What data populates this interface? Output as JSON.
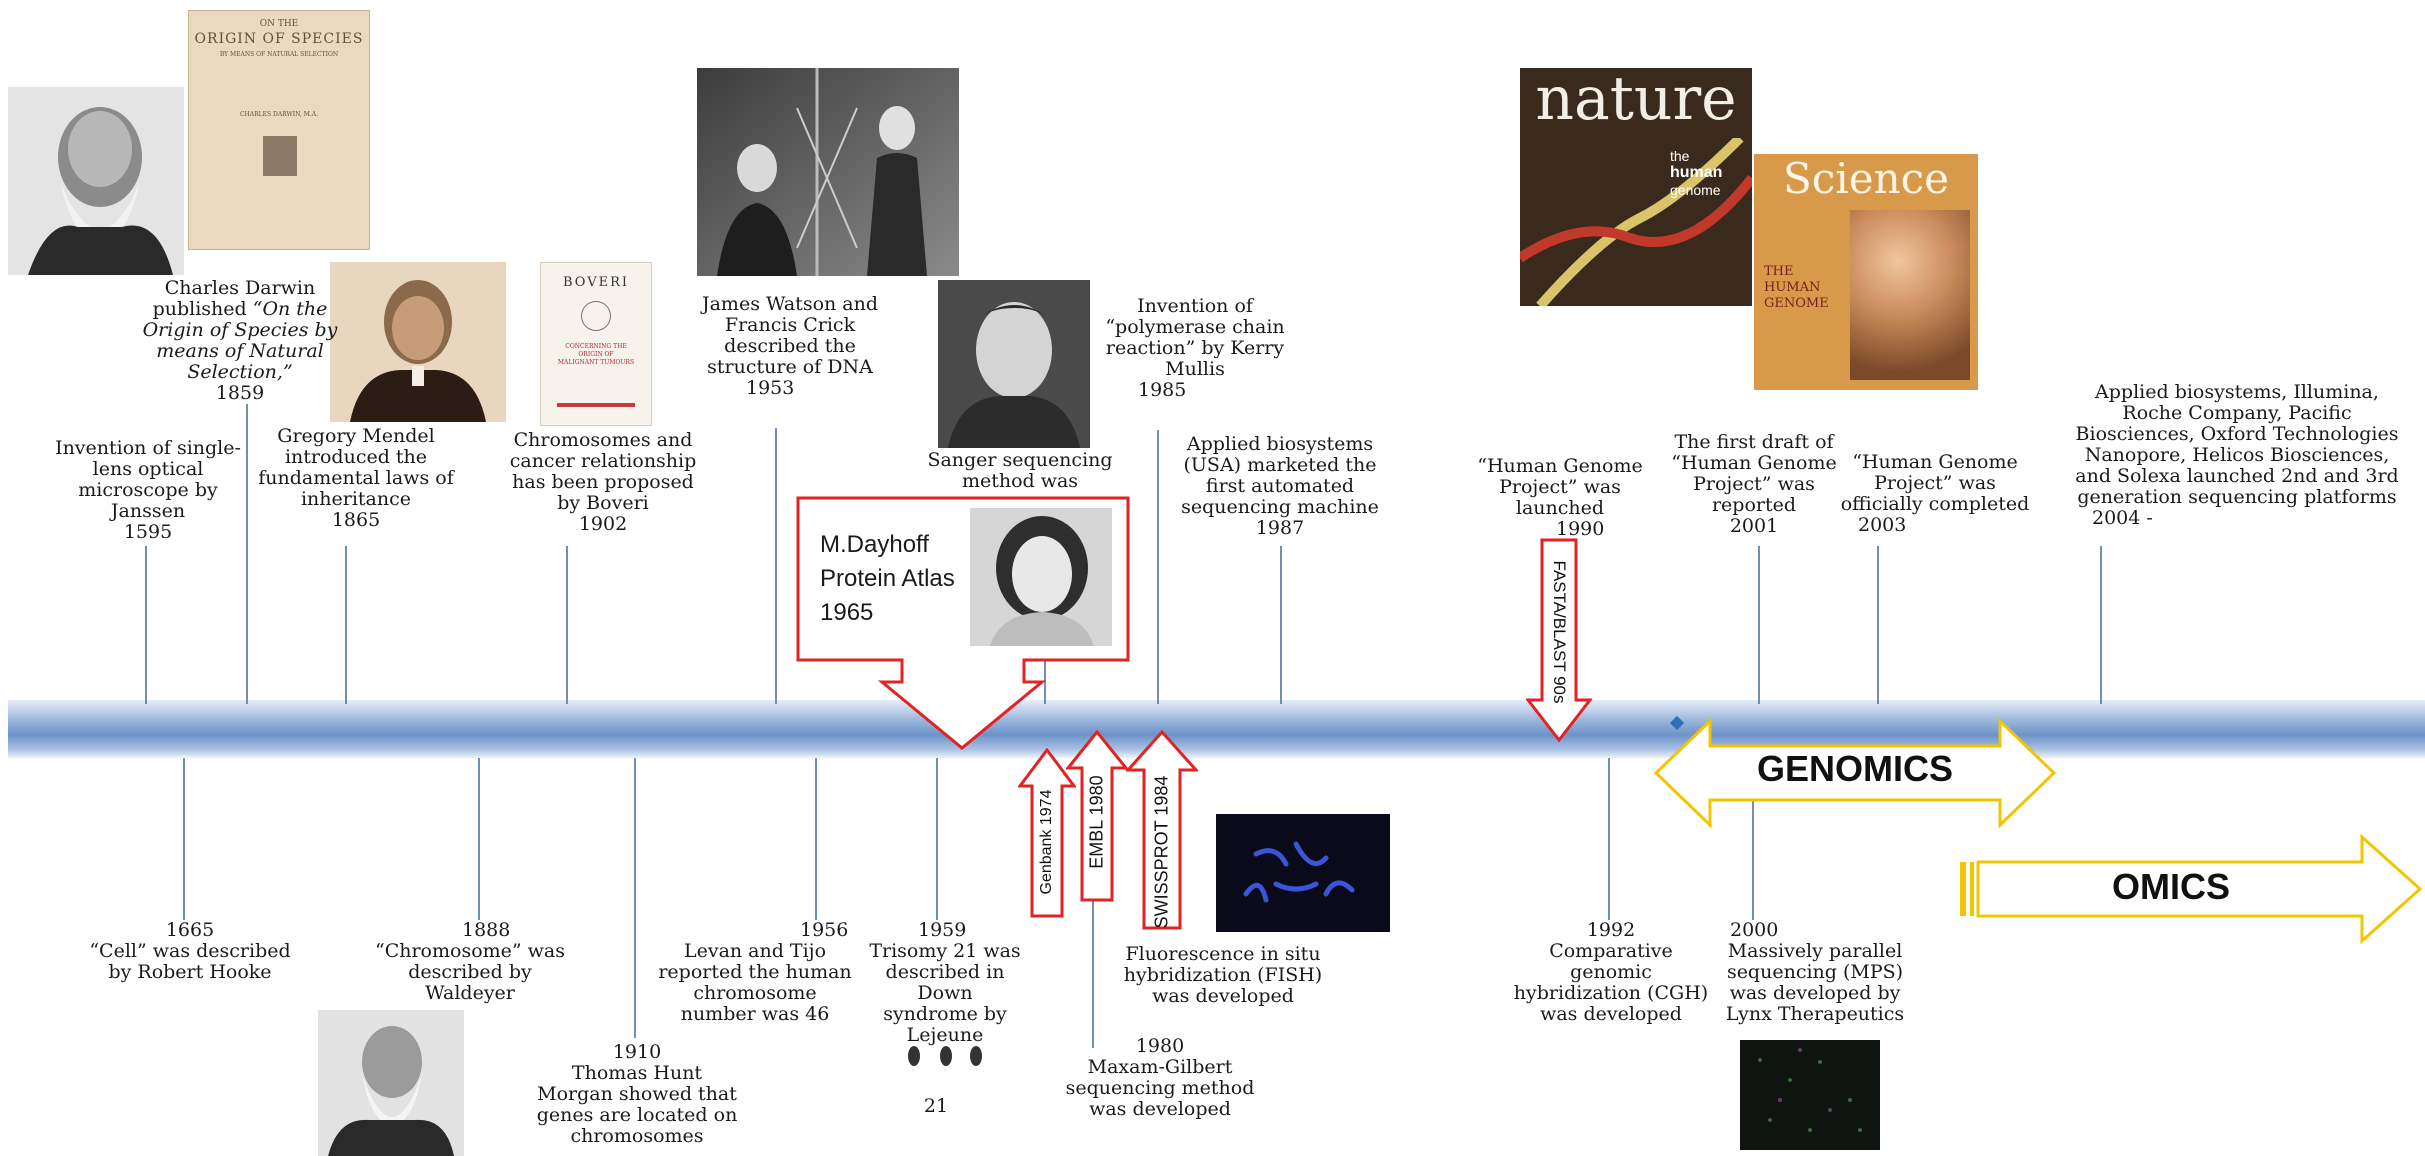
{
  "top_events": [
    {
      "id": "janssen",
      "lines": [
        "Invention of single-",
        "lens optical",
        "microscope by",
        "Janssen"
      ],
      "year": "1595"
    },
    {
      "id": "darwin",
      "lines": [
        "Charles Darwin",
        "published"
      ],
      "italic_lines": [
        "“On the",
        "Origin of Species by",
        "means of Natural",
        "Selection,”"
      ],
      "year": "1859"
    },
    {
      "id": "mendel",
      "lines": [
        "Gregory Mendel",
        "introduced the",
        "fundamental laws of",
        "inheritance"
      ],
      "year": "1865"
    },
    {
      "id": "boveri",
      "lines": [
        "Chromosomes and",
        "cancer relationship",
        "has been proposed",
        "by Boveri"
      ],
      "year": "1902"
    },
    {
      "id": "watson-crick",
      "lines": [
        "James Watson and",
        "Francis Crick",
        "described the",
        "structure of DNA"
      ],
      "year": "1953"
    },
    {
      "id": "sanger",
      "lines": [
        "Sanger sequencing",
        "method was"
      ],
      "year": ""
    },
    {
      "id": "pcr",
      "lines": [
        "Invention of",
        "“polymerase chain",
        "reaction” by Kerry",
        "Mullis"
      ],
      "year": "1985"
    },
    {
      "id": "applied-1987",
      "lines": [
        "Applied biosystems",
        "(USA) marketed the",
        "first automated",
        "sequencing machine"
      ],
      "year": "1987"
    },
    {
      "id": "hgp-1990",
      "lines": [
        "“Human Genome",
        "Project” was",
        "launched"
      ],
      "year": "1990"
    },
    {
      "id": "hgp-2001",
      "lines": [
        "The first draft of",
        "“Human Genome",
        "Project” was",
        "reported"
      ],
      "year": "2001"
    },
    {
      "id": "hgp-2003",
      "lines": [
        "“Human Genome",
        "Project” was",
        "officially completed"
      ],
      "year": "2003"
    },
    {
      "id": "ngs-2004",
      "lines": [
        "Applied biosystems, Illumina,",
        "Roche Company, Pacific",
        "Biosciences, Oxford Technologies",
        "Nanopore, Helicos Biosciences,",
        "and Solexa launched 2nd and 3rd",
        "generation sequencing platforms"
      ],
      "year": "2004 -"
    }
  ],
  "bottom_events": [
    {
      "id": "hooke",
      "year": "1665",
      "lines": [
        "“Cell” was described",
        "by Robert Hooke"
      ]
    },
    {
      "id": "waldeyer",
      "year": "1888",
      "lines": [
        "“Chromosome” was",
        "described by",
        "Waldeyer"
      ]
    },
    {
      "id": "morgan",
      "year": "1910",
      "lines": [
        "Thomas Hunt",
        "Morgan showed that",
        "genes are located on",
        "chromosomes"
      ]
    },
    {
      "id": "levan-tijo",
      "year": "1956",
      "lines": [
        "Levan and Tijo",
        "reported the human",
        "chromosome",
        "number was 46"
      ]
    },
    {
      "id": "lejeune",
      "year": "1959",
      "lines": [
        "Trisomy 21 was",
        "described in Down",
        "syndrome by",
        "Lejeune"
      ]
    },
    {
      "id": "fish",
      "year": "",
      "lines": [
        "Fluorescence in situ",
        "hybridization (FISH)",
        "was developed"
      ]
    },
    {
      "id": "maxam-gilbert",
      "year": "1980",
      "lines": [
        "Maxam-Gilbert",
        "sequencing method",
        "was developed"
      ]
    },
    {
      "id": "cgh",
      "year": "1992",
      "lines": [
        "Comparative",
        "genomic",
        "hybridization (CGH)",
        "was developed"
      ]
    },
    {
      "id": "mps",
      "year": "2000",
      "lines": [
        "Massively parallel",
        "sequencing (MPS)",
        "was developed by",
        "Lynx Therapeutics"
      ]
    }
  ],
  "karyotype_label": "21",
  "callout": {
    "lines": [
      "M.Dayhoff",
      "Protein Atlas",
      "1965"
    ]
  },
  "db_arrows": {
    "genbank": "Genbank 1974",
    "embl": "EMBL 1980",
    "swissprot": "SWISSPROT 1984",
    "fasta": "FASTA/BLAST 90s"
  },
  "genomics_label": "GENOMICS",
  "omics_label": "OMICS",
  "book_cover": {
    "line1": "ON THE",
    "line2": "ORIGIN OF SPECIES",
    "line3": "BY MEANS OF NATURAL SELECTION",
    "line4": "CHARLES DARWIN, M.A."
  },
  "boveri_cover": {
    "title": "BOVERI",
    "line2": "CONCERNING THE",
    "line3": "ORIGIN OF",
    "line4": "MALIGNANT TUMOURS"
  },
  "nature_cover": {
    "title": "nature",
    "sub1": "the",
    "sub2": "human",
    "sub3": "genome"
  },
  "science_cover": {
    "title": "Science",
    "line1": "THE",
    "line2": "HUMAN",
    "line3": "GENOME"
  },
  "colors": {
    "accent_red": "#e32222",
    "accent_gold": "#f3c400",
    "timeline": "#6d93c9"
  }
}
